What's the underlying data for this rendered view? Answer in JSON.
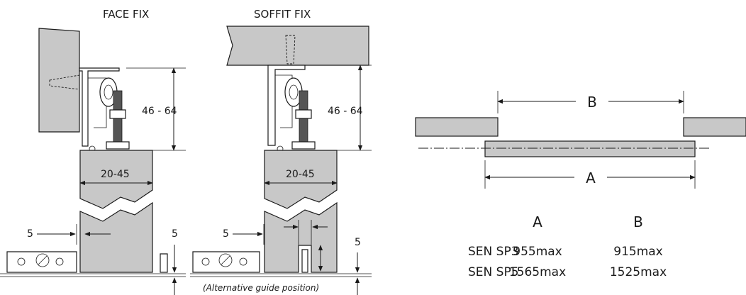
{
  "labels": {
    "face_fix": "FACE FIX",
    "soffit_fix": "SOFFIT  FIX",
    "height_range_face": "46  - 64",
    "height_range_soffit": "46  - 64",
    "door_thickness_face": "20-45",
    "door_thickness_soffit": "20-45",
    "gap_face_left": "5",
    "gap_face_right": "5",
    "gap_soffit_left": "5",
    "gap_soffit_right": "5",
    "alt_guide": "(Alternative guide position)",
    "dim_a": "A",
    "dim_b": "B"
  },
  "table": {
    "header_a": "A",
    "header_b": "B",
    "rows": [
      {
        "model": "SEN SP3",
        "a": "955max",
        "b": "915max"
      },
      {
        "model": "SEN SP5",
        "a": "1565max",
        "b": "1525max"
      }
    ]
  }
}
